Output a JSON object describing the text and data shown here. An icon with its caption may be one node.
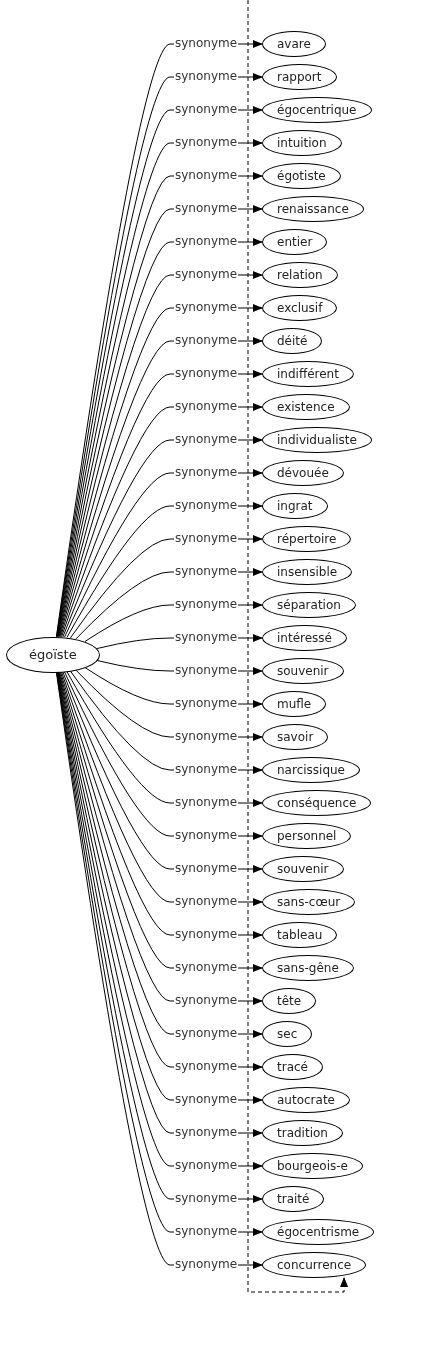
{
  "diagram": {
    "nodes": [
      {
        "text": [
          "égoïste"
        ]
      },
      {
        "text": [
          "avare"
        ]
      },
      {
        "text": [
          "rapport"
        ]
      },
      {
        "text": [
          "égocentrique"
        ]
      },
      {
        "text": [
          "intuition"
        ]
      },
      {
        "text": [
          "égotiste"
        ]
      },
      {
        "text": [
          "renaissance"
        ]
      },
      {
        "text": [
          "entier"
        ]
      },
      {
        "text": [
          "relation"
        ]
      },
      {
        "text": [
          "exclusif"
        ]
      },
      {
        "text": [
          "déité"
        ]
      },
      {
        "text": [
          "indifférent"
        ]
      },
      {
        "text": [
          "existence"
        ]
      },
      {
        "text": [
          "individualiste"
        ]
      },
      {
        "text": [
          "dévouée"
        ]
      },
      {
        "text": [
          "ingrat"
        ]
      },
      {
        "text": [
          "répertoire"
        ]
      },
      {
        "text": [
          "insensible"
        ]
      },
      {
        "text": [
          "séparation"
        ]
      },
      {
        "text": [
          "intéressé"
        ]
      },
      {
        "text": [
          "souvenir"
        ]
      },
      {
        "text": [
          "mufle"
        ]
      },
      {
        "text": [
          "savoir"
        ]
      },
      {
        "text": [
          "narcissique"
        ]
      },
      {
        "text": [
          "conséquence"
        ]
      },
      {
        "text": [
          "personnel"
        ]
      },
      {
        "text": [
          "souvenir"
        ]
      },
      {
        "text": [
          "sans-cœur"
        ]
      },
      {
        "text": [
          "tableau"
        ]
      },
      {
        "text": [
          "sans-gêne"
        ]
      },
      {
        "text": [
          "tête"
        ]
      },
      {
        "text": [
          "sec"
        ]
      },
      {
        "text": [
          "tracé"
        ]
      },
      {
        "text": [
          "autocrate"
        ]
      },
      {
        "text": [
          "tradition"
        ]
      },
      {
        "text": [
          "bourgeois-e"
        ]
      },
      {
        "text": [
          "traité"
        ]
      },
      {
        "text": [
          "égocentrisme"
        ]
      },
      {
        "text": [
          "concurrence"
        ]
      }
    ],
    "edges": [
      {
        "from": 0,
        "to": 1,
        "arrow": "to",
        "label": "synonyme"
      },
      {
        "from": 0,
        "to": 2,
        "arrow": "to",
        "label": "synonyme"
      },
      {
        "from": 0,
        "to": 3,
        "arrow": "to",
        "label": "synonyme"
      },
      {
        "from": 0,
        "to": 4,
        "arrow": "to",
        "label": "synonyme"
      },
      {
        "from": 0,
        "to": 5,
        "arrow": "to",
        "label": "synonyme"
      },
      {
        "from": 0,
        "to": 6,
        "arrow": "to",
        "label": "synonyme"
      },
      {
        "from": 0,
        "to": 7,
        "arrow": "to",
        "label": "synonyme"
      },
      {
        "from": 0,
        "to": 8,
        "arrow": "to",
        "label": "synonyme"
      },
      {
        "from": 0,
        "to": 9,
        "arrow": "to",
        "label": "synonyme"
      },
      {
        "from": 0,
        "to": 10,
        "arrow": "to",
        "label": "synonyme"
      },
      {
        "from": 0,
        "to": 11,
        "arrow": "to",
        "label": "synonyme"
      },
      {
        "from": 0,
        "to": 12,
        "arrow": "to",
        "label": "synonyme"
      },
      {
        "from": 0,
        "to": 13,
        "arrow": "to",
        "label": "synonyme"
      },
      {
        "from": 0,
        "to": 14,
        "arrow": "to",
        "label": "synonyme"
      },
      {
        "from": 0,
        "to": 15,
        "arrow": "to",
        "label": "synonyme"
      },
      {
        "from": 0,
        "to": 16,
        "arrow": "to",
        "label": "synonyme"
      },
      {
        "from": 0,
        "to": 17,
        "arrow": "to",
        "label": "synonyme"
      },
      {
        "from": 0,
        "to": 18,
        "arrow": "to",
        "label": "synonyme"
      },
      {
        "from": 0,
        "to": 19,
        "arrow": "to",
        "label": "synonyme"
      },
      {
        "from": 0,
        "to": 20,
        "arrow": "to",
        "label": "synonyme"
      },
      {
        "from": 0,
        "to": 21,
        "arrow": "to",
        "label": "synonyme"
      },
      {
        "from": 0,
        "to": 22,
        "arrow": "to",
        "label": "synonyme"
      },
      {
        "from": 0,
        "to": 23,
        "arrow": "to",
        "label": "synonyme"
      },
      {
        "from": 0,
        "to": 24,
        "arrow": "to",
        "label": "synonyme"
      },
      {
        "from": 0,
        "to": 25,
        "arrow": "to",
        "label": "synonyme"
      },
      {
        "from": 0,
        "to": 26,
        "arrow": "to",
        "label": "synonyme"
      },
      {
        "from": 0,
        "to": 27,
        "arrow": "to",
        "label": "synonyme"
      },
      {
        "from": 0,
        "to": 28,
        "arrow": "to",
        "label": "synonyme"
      },
      {
        "from": 0,
        "to": 29,
        "arrow": "to",
        "label": "synonyme"
      },
      {
        "from": 0,
        "to": 30,
        "arrow": "to",
        "label": "synonyme"
      },
      {
        "from": 0,
        "to": 31,
        "arrow": "to",
        "label": "synonyme"
      },
      {
        "from": 0,
        "to": 32,
        "arrow": "to",
        "label": "synonyme"
      },
      {
        "from": 0,
        "to": 33,
        "arrow": "to",
        "label": "synonyme"
      },
      {
        "from": 0,
        "to": 34,
        "arrow": "to",
        "label": "synonyme"
      },
      {
        "from": 0,
        "to": 35,
        "arrow": "to",
        "label": "synonyme"
      },
      {
        "from": 0,
        "to": 36,
        "arrow": "to",
        "label": "synonyme"
      },
      {
        "from": 0,
        "to": 37,
        "arrow": "to",
        "label": "synonyme"
      },
      {
        "from": 0,
        "to": 38,
        "arrow": "to",
        "label": "synonyme"
      },
      {
        "from": null,
        "to": 38,
        "arrow": "to",
        "style": "dashed"
      }
    ]
  }
}
